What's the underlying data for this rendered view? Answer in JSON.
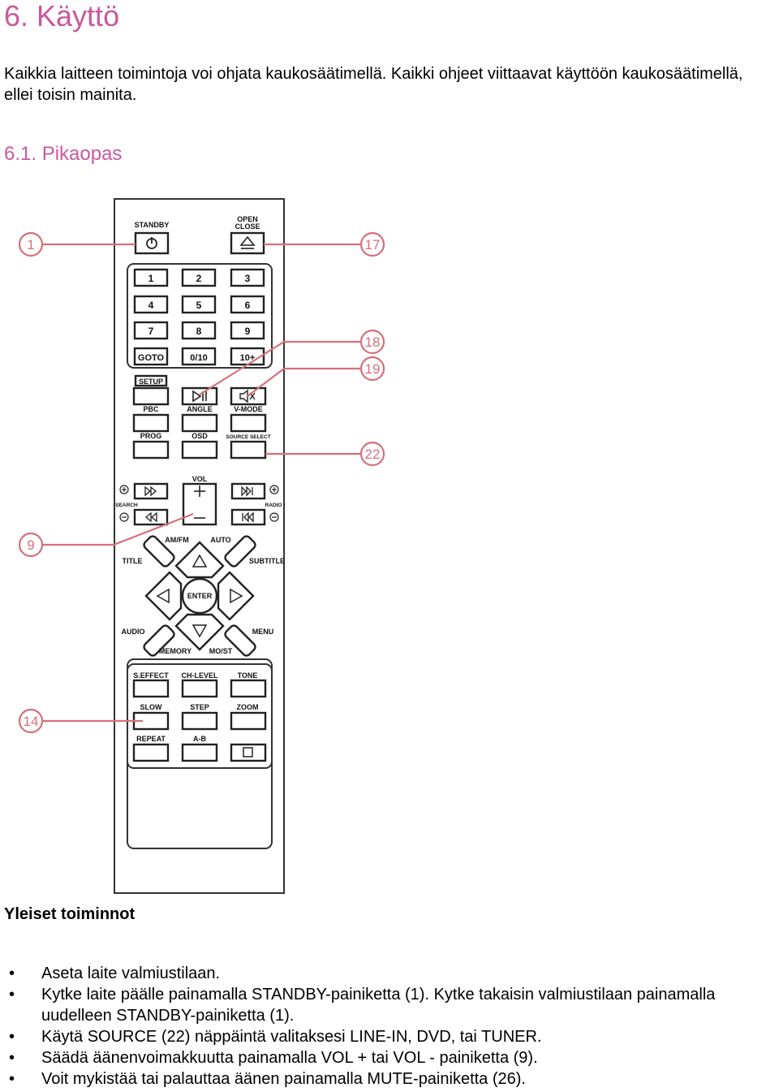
{
  "heading": "6. Käyttö",
  "intro": "Kaikkia laitteen toimintoja voi ohjata kaukosäätimellä. Kaikki ohjeet viittaavat käyttöön kaukosäätimellä, ellei toisin mainita.",
  "subheading": "6.1. Pikaopas",
  "remote": {
    "callouts": [
      "1",
      "17",
      "18",
      "19",
      "22",
      "9",
      "14"
    ],
    "labels": {
      "standby": "STANDBY",
      "open_close_1": "OPEN",
      "open_close_2": "CLOSE",
      "goto": "GOTO",
      "zero_ten": "0/10",
      "ten_plus": "10+",
      "setup": "SETUP",
      "pbc": "PBC",
      "angle": "ANGLE",
      "v_mode": "V-MODE",
      "prog": "PROG",
      "osd": "OSD",
      "source_select": "SOURCE SELECT",
      "vol": "VOL",
      "search": "SEARCH",
      "radio": "RADIO",
      "am_fm": "AM/FM",
      "auto": "AUTO",
      "title": "TITLE",
      "subtitle": "SUBTITLE",
      "enter": "ENTER",
      "audio": "AUDIO",
      "menu": "MENU",
      "memory": "MEMORY",
      "mo_st": "MO/ST",
      "s_effect": "S.EFFECT",
      "ch_level": "CH-LEVEL",
      "tone": "TONE",
      "slow": "SLOW",
      "step": "STEP",
      "zoom": "ZOOM",
      "repeat": "REPEAT",
      "a_b": "A-B"
    },
    "digits": [
      "1",
      "2",
      "3",
      "4",
      "5",
      "6",
      "7",
      "8",
      "9"
    ]
  },
  "section_title": "Yleiset toiminnot",
  "bullets": [
    "Aseta laite valmiustilaan.",
    "Kytke laite päälle painamalla STANDBY-painiketta (1). Kytke takaisin valmiustilaan painamalla uudelleen STANDBY-painiketta (1).",
    "Käytä SOURCE (22) näppäintä valitaksesi LINE-IN, DVD, tai TUNER.",
    "Säädä äänenvoimakkuutta painamalla VOL + tai VOL - painiketta (9).",
    "Voit mykistää tai palauttaa äänen painamalla MUTE-painiketta (26)."
  ],
  "colors": {
    "accent": "#c9589e",
    "callout": "#d5707b"
  }
}
